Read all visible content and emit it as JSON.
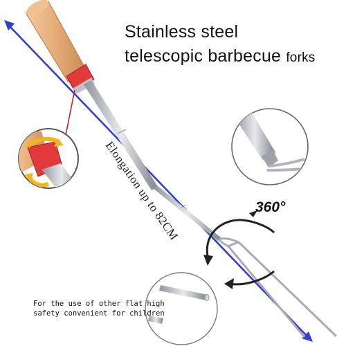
{
  "title": {
    "line1": "Stainless steel",
    "line2_main": "telescopic barbecue",
    "line2_small": "forks"
  },
  "rotation_label": "360°",
  "elongation_label": "Elongation up to 82CM",
  "footnote": "For the use of other flat high safety convenient for children",
  "colors": {
    "wood": "#e8b27f",
    "red_collar": "#e03a3a",
    "steel": "#b9bdc3",
    "arrow_blue": "#2f3ed6",
    "arrow_yellow": "#f2b51b",
    "leader_red": "#c51f1f"
  }
}
